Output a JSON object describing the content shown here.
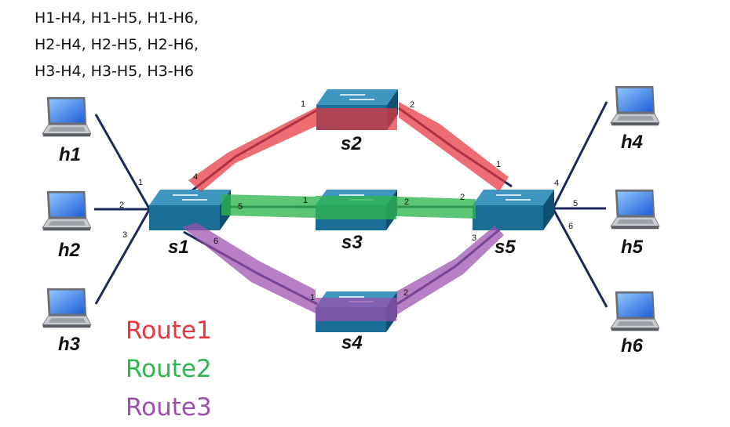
{
  "pairs": [
    "H1-H4, H1-H5, H1-H6,",
    "H2-H4, H2-H5, H2-H6,",
    "H3-H4, H3-H5, H3-H6"
  ],
  "hosts": {
    "h1": "h1",
    "h2": "h2",
    "h3": "h3",
    "h4": "h4",
    "h5": "h5",
    "h6": "h6"
  },
  "switches": {
    "s1": "s1",
    "s2": "s2",
    "s3": "s3",
    "s4": "s4",
    "s5": "s5"
  },
  "ports": {
    "s1_h1": "1",
    "s1_h2": "2",
    "s1_h3": "3",
    "s1_s2": "4",
    "s1_s3": "5",
    "s1_s4": "6",
    "s2_s1": "1",
    "s2_s5": "2",
    "s3_s1": "1",
    "s3_s5": "2",
    "s4_s1": "1",
    "s4_s5": "2",
    "s5_s2": "1",
    "s5_s3": "2",
    "s5_s4": "3",
    "s5_h4": "4",
    "s5_h5": "5",
    "s5_h6": "6"
  },
  "legend": {
    "route1": "Route1",
    "route2": "Route2",
    "route3": "Route3"
  },
  "colors": {
    "route1": "#e8353e",
    "route2": "#2eb54f",
    "route3": "#9b4fad",
    "link": "#1b2a5a",
    "switch": "#1a6e96"
  }
}
